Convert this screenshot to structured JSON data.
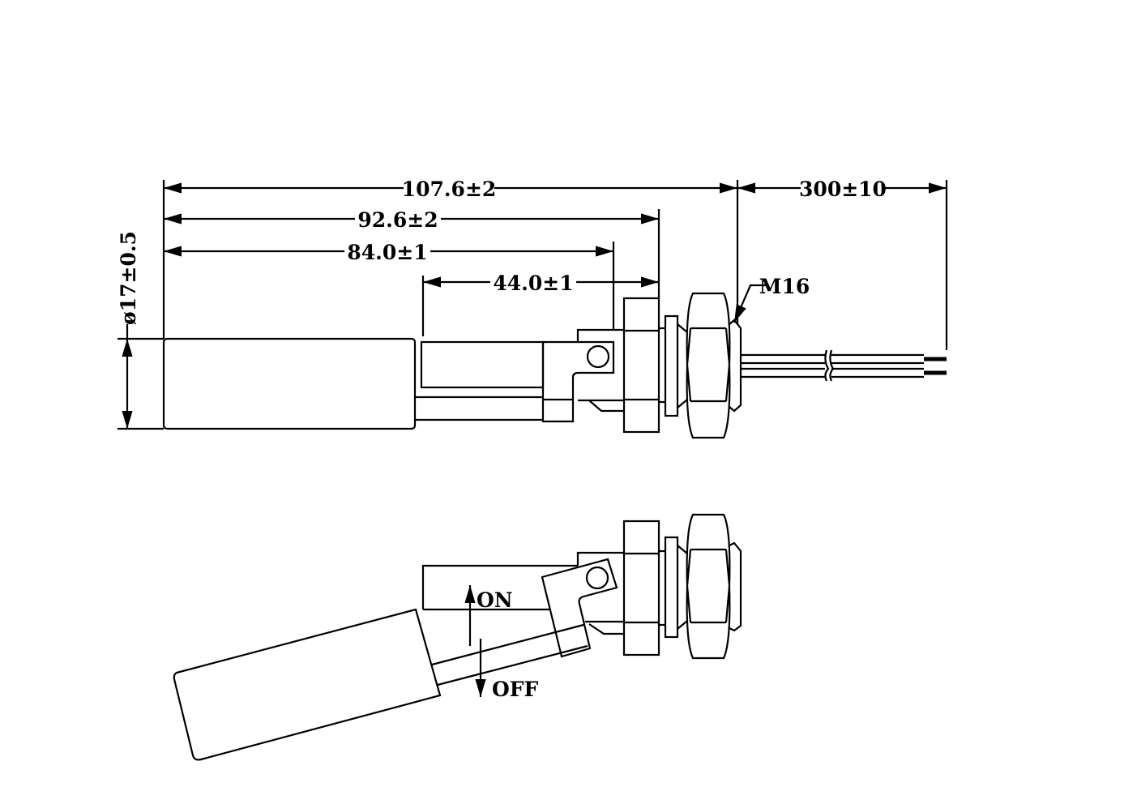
{
  "dimensions": {
    "overall_length": "107.6±2",
    "body_length": "92.6±2",
    "pivot_length": "84.0±1",
    "stem_length": "44.0±1",
    "cable_length": "300±10",
    "thread": "M16",
    "float_diameter": "ø17±0.5"
  },
  "states": {
    "on": "ON",
    "off": "OFF"
  },
  "colors": {
    "line": "#000000",
    "background": "#ffffff"
  }
}
